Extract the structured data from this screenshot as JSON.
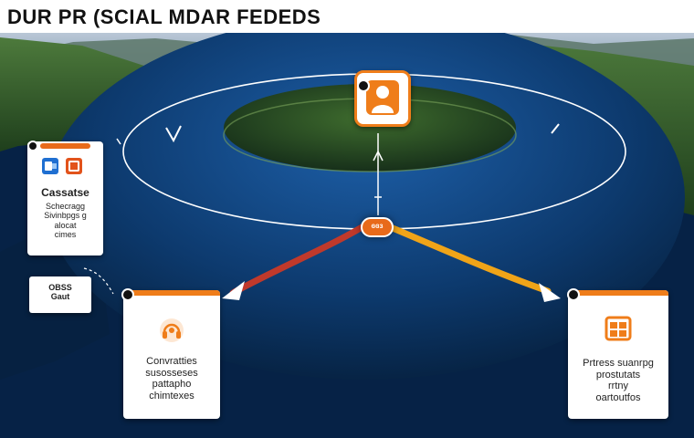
{
  "header": {
    "title": "DUR PR (SCIAL MDAR FEDEDS"
  },
  "colors": {
    "accent": "#ef7d1a",
    "left_arrow": "#c0392b",
    "right_arrow": "#f0a418",
    "ring": "#ffffff"
  },
  "hub": {
    "label": "ɞɞɜ",
    "icon": "orange-pill-node"
  },
  "top_node": {
    "icon": "person-icon"
  },
  "left_card": {
    "icons": [
      "outlook-app-icon",
      "office-app-icon"
    ],
    "heading": "Cassatse",
    "lines": [
      "Schecragg",
      "Sivinbpgs g",
      "alocat",
      "cimes"
    ]
  },
  "mini_card": {
    "lines": [
      "OBSS",
      "Gaut"
    ]
  },
  "bottom_left_card": {
    "icon": "headset-icon",
    "lines": [
      "Convratties",
      "susosseses",
      "pattapho",
      "chimtexes"
    ]
  },
  "bottom_right_card": {
    "icon": "calendar-grid-icon",
    "lines": [
      "Prtress suanrpg",
      "prostutats",
      "rrtny",
      "oartoutfos"
    ]
  }
}
